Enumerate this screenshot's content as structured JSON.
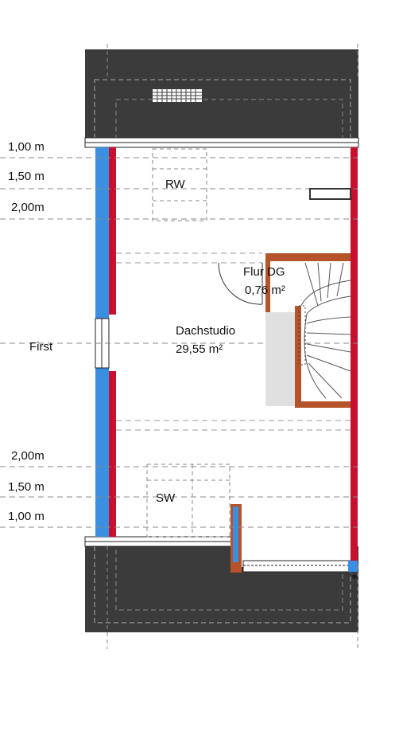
{
  "dimension_lines": {
    "top": [
      "1,00 m",
      "1,50 m",
      "2,00m"
    ],
    "bottom": [
      "2,00m",
      "1,50 m",
      "1,00 m"
    ]
  },
  "labels": {
    "first": "First",
    "rw": "RW",
    "sw": "SW"
  },
  "rooms": [
    {
      "name": "Flur DG",
      "area": "0,76 m²"
    },
    {
      "name": "Dachstudio",
      "area": "29,55 m²"
    }
  ],
  "colors": {
    "roof": "#3b3b3b",
    "exterior_wall": "#c8102e",
    "window_wall": "#3a8fe0",
    "stair_wall": "#b5532a",
    "stair_fill": "#e0e0e0",
    "roof_window": "#ffffff"
  }
}
